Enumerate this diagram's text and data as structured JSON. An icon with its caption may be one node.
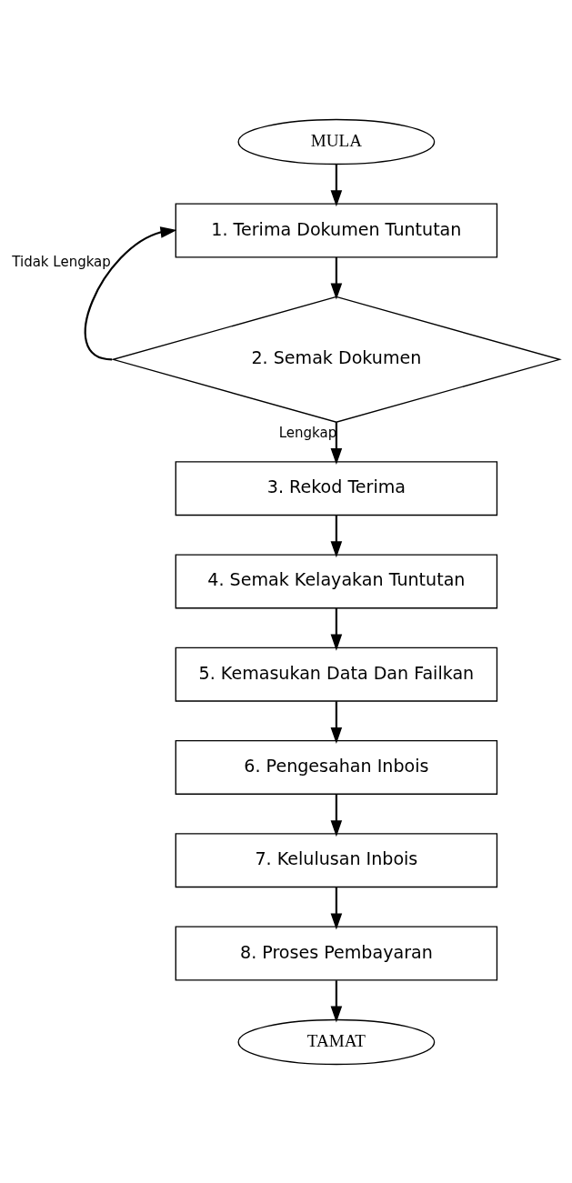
{
  "diagram": {
    "nodes": [
      {
        "text": [
          "MULA"
        ]
      },
      {
        "text": [
          "1. Terima Dokumen Tuntutan"
        ]
      },
      {
        "text": [
          "2. Semak Dokumen"
        ]
      },
      {
        "text": [
          "3. Rekod Terima"
        ]
      },
      {
        "text": [
          "4. Semak Kelayakan Tuntutan"
        ]
      },
      {
        "text": [
          "5. Kemasukan Data Dan Failkan"
        ]
      },
      {
        "text": [
          "6. Pengesahan Inbois"
        ]
      },
      {
        "text": [
          "7. Kelulusan Inbois"
        ]
      },
      {
        "text": [
          "8. Proses Pembayaran"
        ]
      },
      {
        "text": [
          "TAMAT"
        ]
      }
    ],
    "edges": [
      {
        "from": 0,
        "to": 1,
        "arrow": "to"
      },
      {
        "from": 1,
        "to": 2,
        "arrow": "to"
      },
      {
        "from": 2,
        "to": 1,
        "arrow": "to",
        "label": "Tidak Lengkap"
      },
      {
        "from": 2,
        "to": 3,
        "arrow": "to",
        "label": "Lengkap"
      },
      {
        "from": 3,
        "to": 4,
        "arrow": "to"
      },
      {
        "from": 4,
        "to": 5,
        "arrow": "to"
      },
      {
        "from": 5,
        "to": 6,
        "arrow": "to"
      },
      {
        "from": 6,
        "to": 7,
        "arrow": "to"
      },
      {
        "from": 7,
        "to": 8,
        "arrow": "to"
      },
      {
        "from": 8,
        "to": 9,
        "arrow": "to"
      }
    ]
  }
}
